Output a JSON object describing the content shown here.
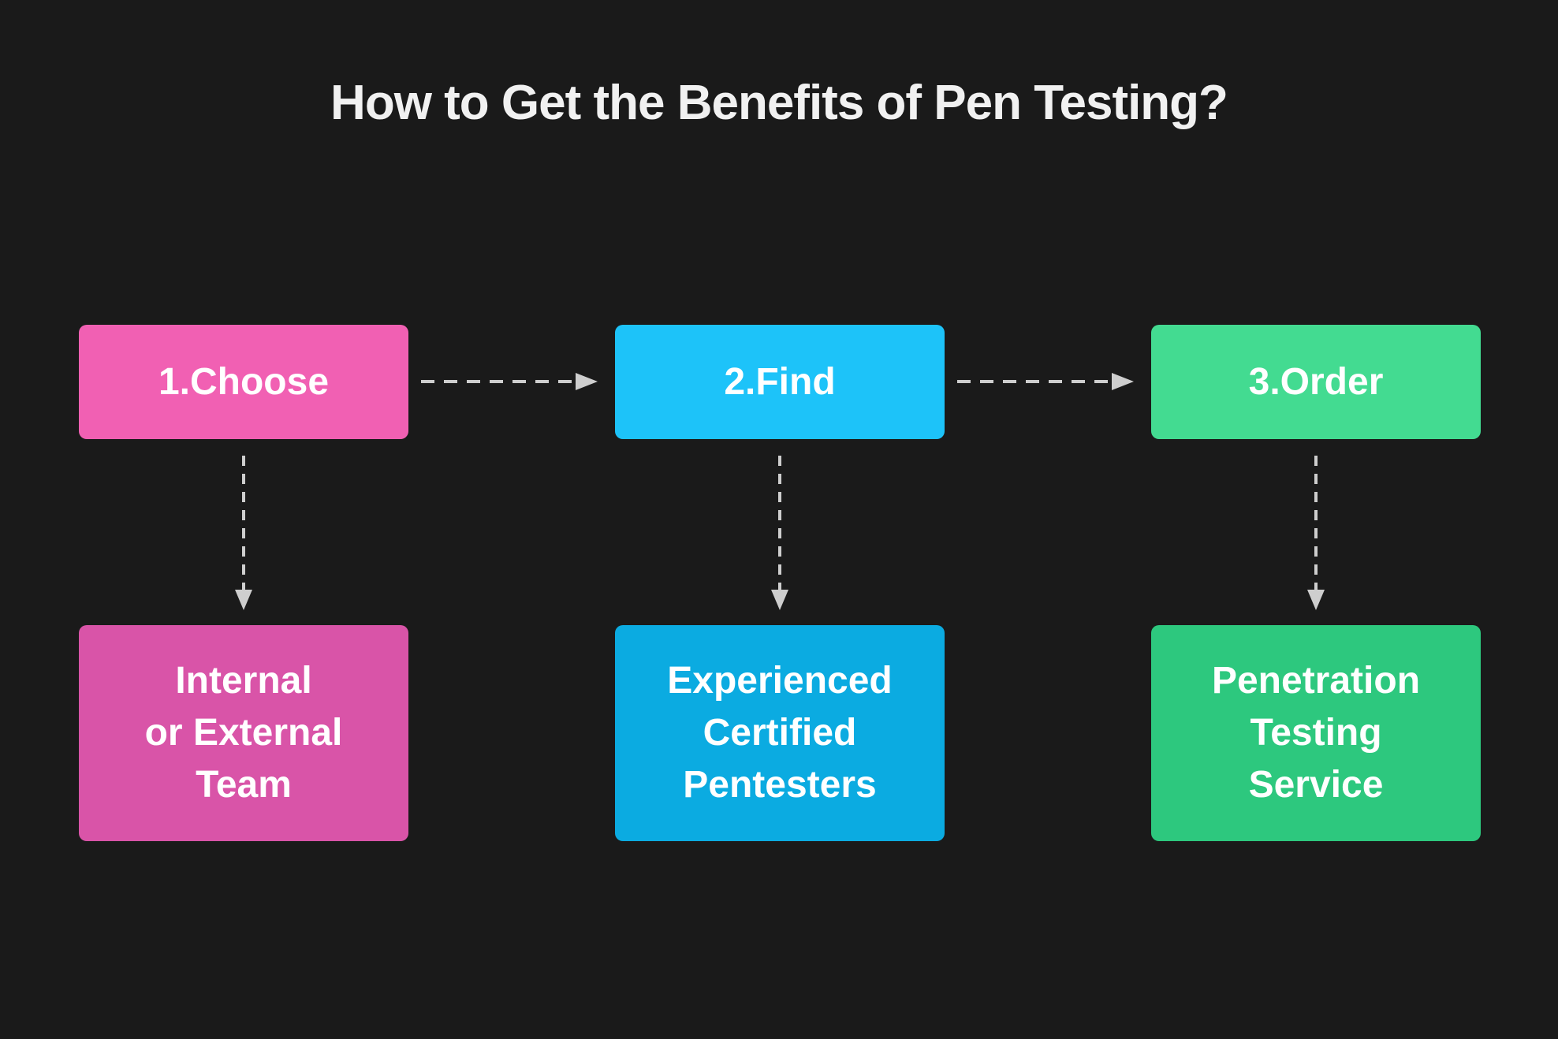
{
  "background": "#1a1a1a",
  "title": {
    "text": "How to Get the Benefits of Pen Testing?",
    "color": "#f1f1f1"
  },
  "arrows": {
    "color": "#cecece",
    "style": "dashed"
  },
  "text_color": "#ffffff",
  "steps": [
    {
      "label": "1.Choose",
      "box_color": "#f160b3",
      "detail_color": "#d954a8",
      "detail_lines": [
        "Internal",
        "or External",
        "Team"
      ]
    },
    {
      "label": "2.Find",
      "box_color": "#1dc3f9",
      "detail_color": "#0babe1",
      "detail_lines": [
        "Experienced",
        "Certified",
        "Pentesters"
      ]
    },
    {
      "label": "3.Order",
      "box_color": "#43db91",
      "detail_color": "#2dc87e",
      "detail_lines": [
        "Penetration",
        "Testing",
        "Service"
      ]
    }
  ]
}
